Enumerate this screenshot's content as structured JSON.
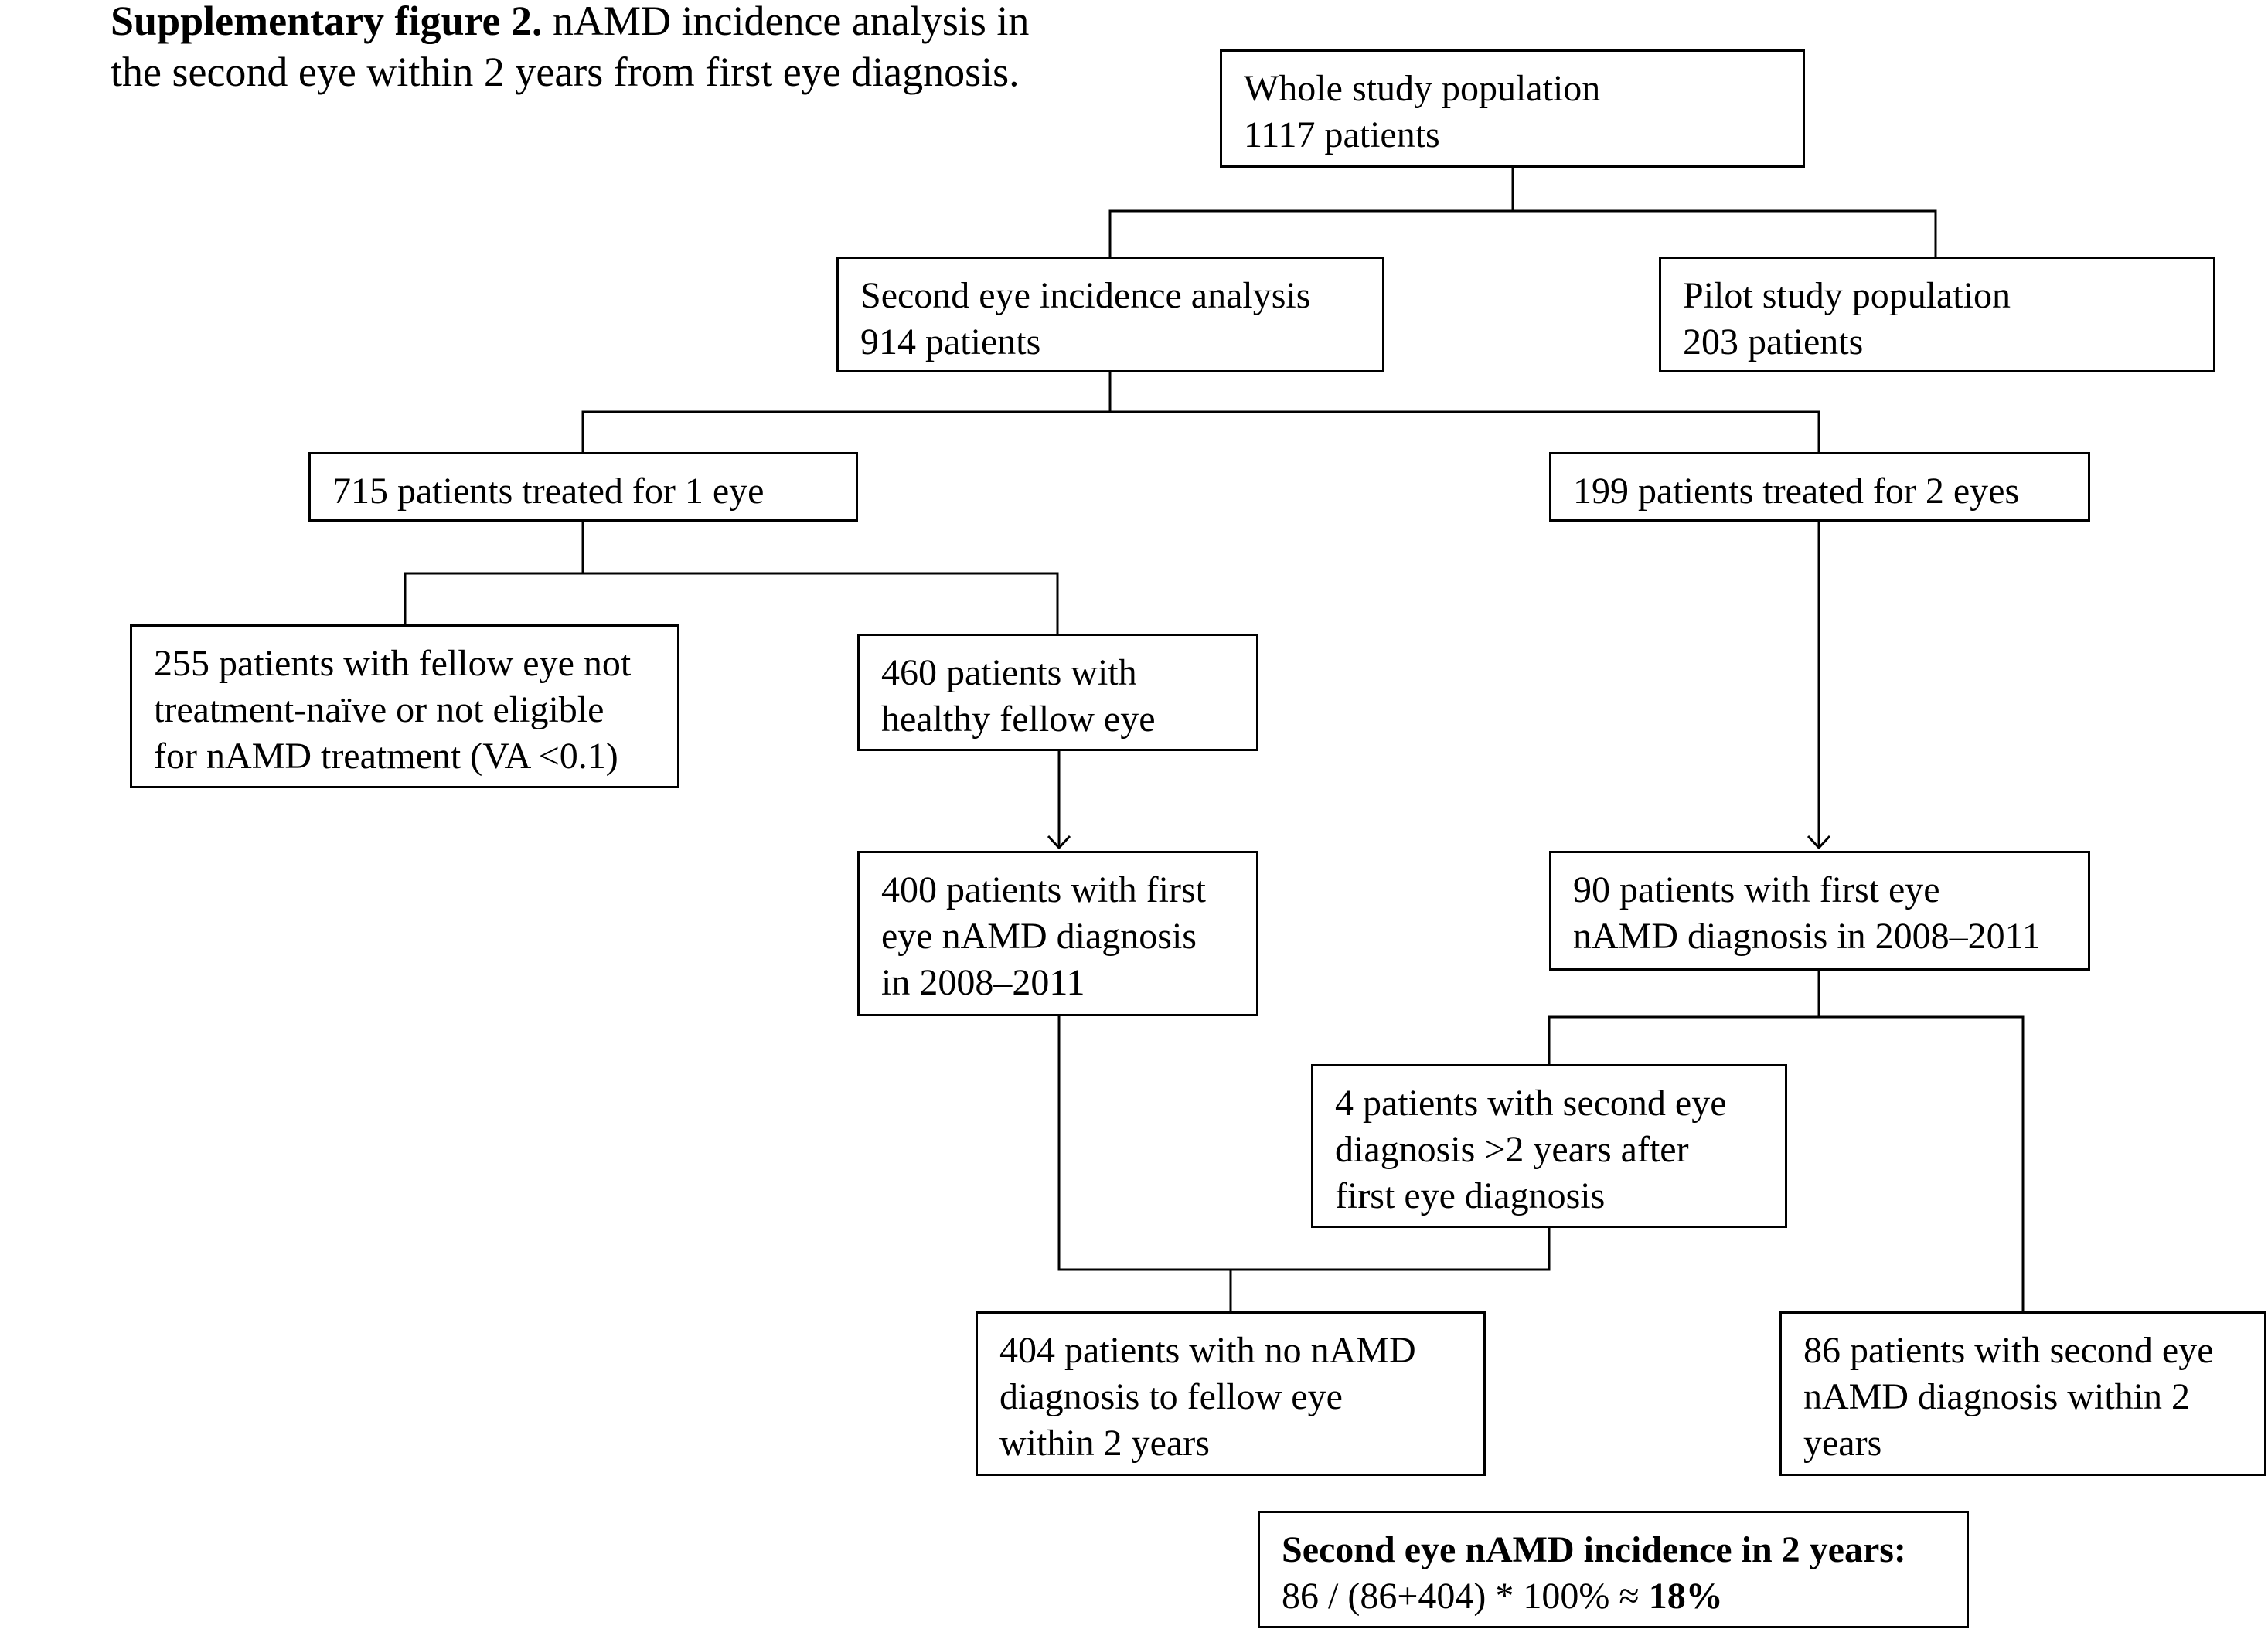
{
  "caption": {
    "label": "Supplementary figure 2.",
    "text_line1": " nAMD incidence analysis in",
    "text_line2": "the second eye within 2 years from first eye diagnosis."
  },
  "nodes": {
    "whole": {
      "lines": [
        "Whole study population",
        "1117 patients"
      ]
    },
    "second_eye": {
      "lines": [
        "Second eye incidence analysis",
        "914 patients"
      ]
    },
    "pilot": {
      "lines": [
        "Pilot study population",
        "203 patients"
      ]
    },
    "one_eye": {
      "lines": [
        "715 patients treated for 1 eye"
      ]
    },
    "two_eyes": {
      "lines": [
        "199 patients treated for 2 eyes"
      ]
    },
    "fellow_not_naive": {
      "lines": [
        "255 patients with fellow eye not",
        "treatment-naïve or not eligible",
        "for nAMD treatment (VA <0.1)"
      ]
    },
    "healthy_fellow": {
      "lines": [
        "460 patients with",
        "healthy fellow eye"
      ]
    },
    "first_eye_400": {
      "lines": [
        "400 patients with first",
        "eye nAMD diagnosis",
        "in 2008–2011"
      ]
    },
    "first_eye_90": {
      "lines": [
        "90 patients with first eye",
        "nAMD diagnosis in 2008–2011"
      ]
    },
    "second_after_2y": {
      "lines": [
        "4 patients with second eye",
        "diagnosis >2 years after",
        "first eye diagnosis"
      ]
    },
    "no_namd": {
      "lines": [
        "404 patients with no nAMD",
        "diagnosis to fellow eye",
        "within 2 years"
      ]
    },
    "second_within_2y": {
      "lines": [
        "86 patients with second eye",
        "nAMD diagnosis within 2",
        "years"
      ]
    }
  },
  "result": {
    "title": "Second eye nAMD incidence in 2 years:",
    "formula": "86 / (86+404) * 100% ≈ ",
    "value": "18%"
  },
  "colors": {
    "line": "#000000",
    "background": "#ffffff"
  }
}
